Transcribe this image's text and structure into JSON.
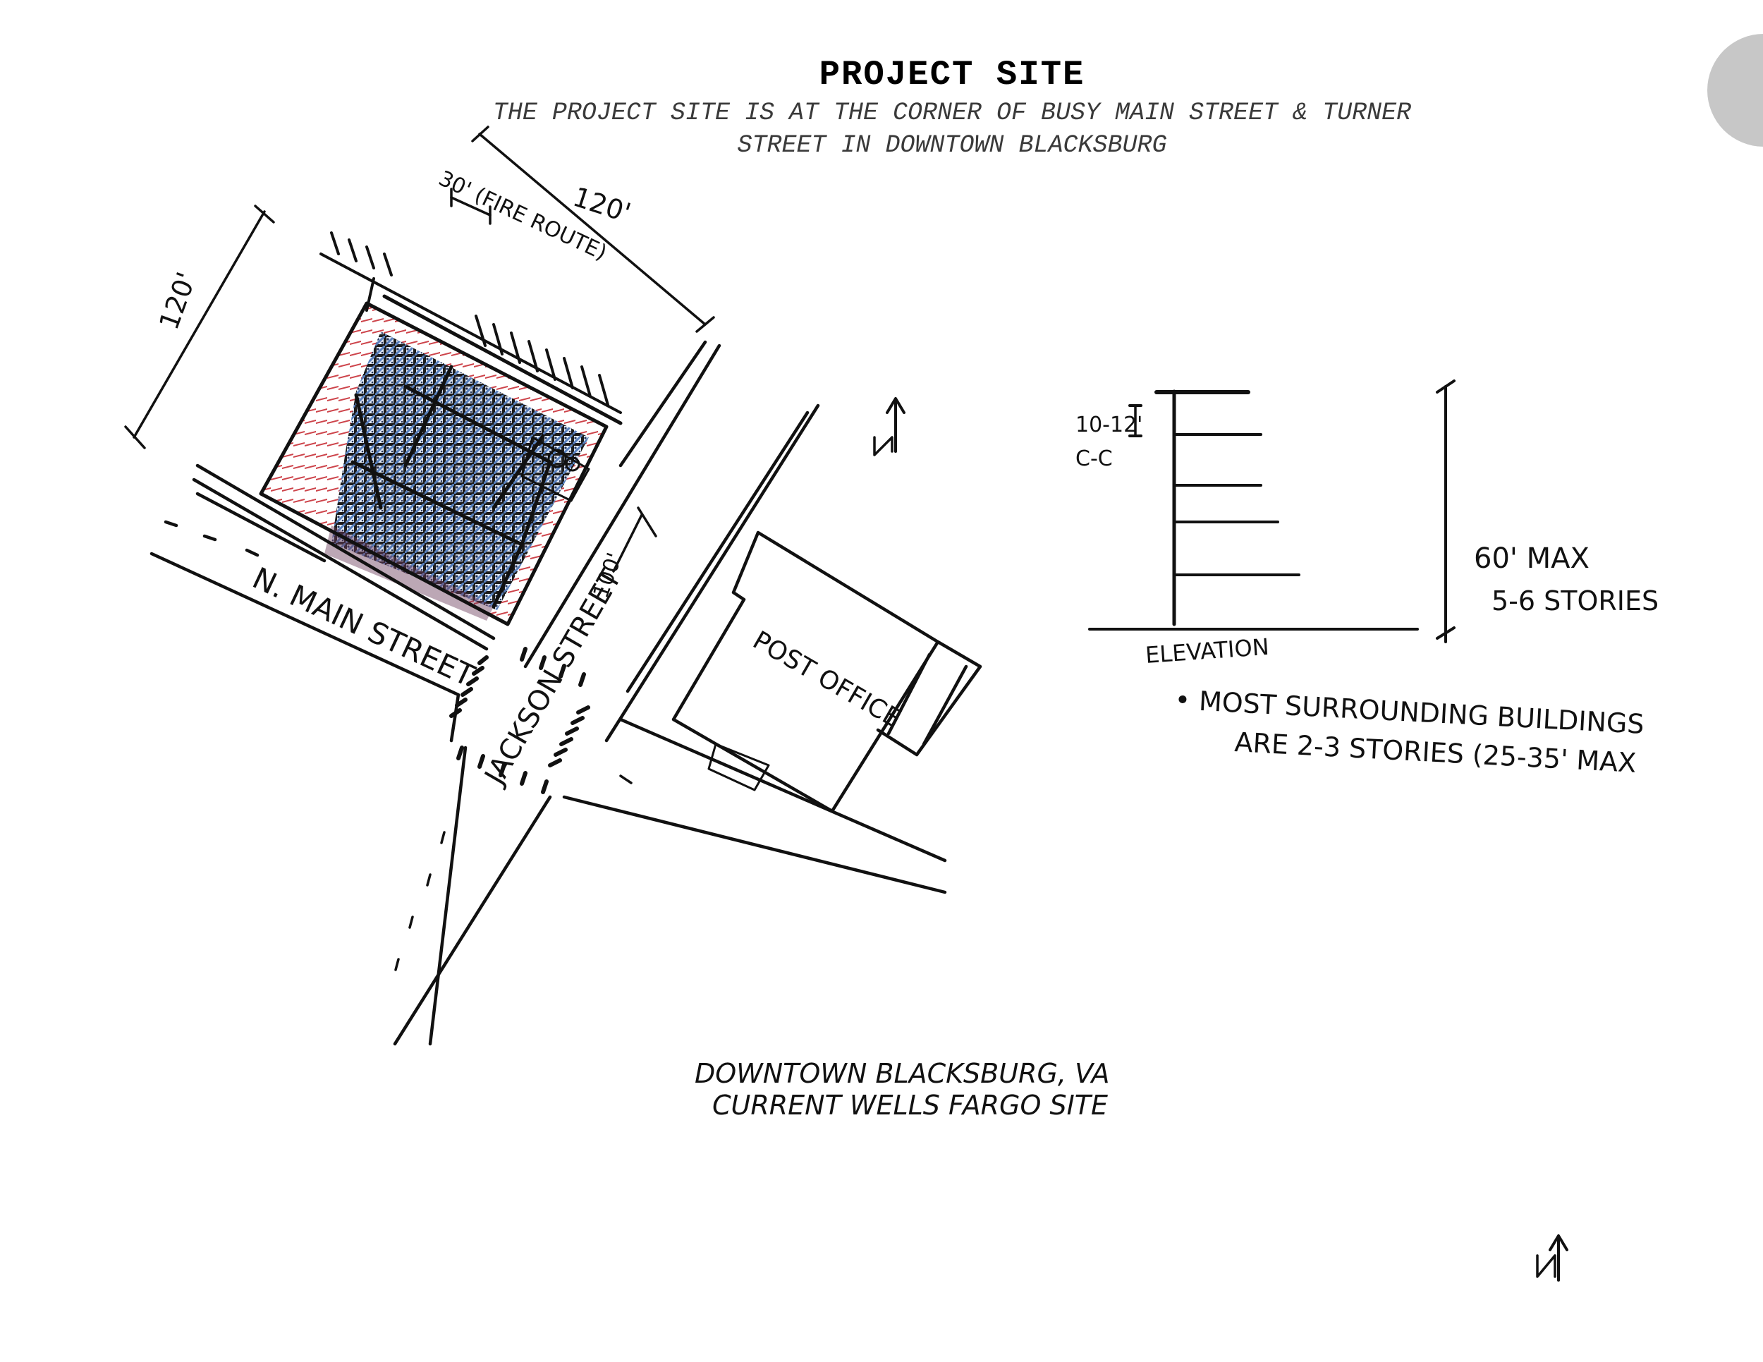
{
  "title": "PROJECT SITE",
  "subtitle_line1": "THE PROJECT SITE IS AT THE CORNER OF BUSY MAIN STREET & TURNER",
  "subtitle_line2": "STREET IN DOWNTOWN BLACKSBURG",
  "site_plan": {
    "dim_width": "120'",
    "dim_length": "120'",
    "fire_route": "30' (FIRE ROUTE)",
    "main_street": "N. MAIN STREET",
    "jackson_street": "JACKSON STREET",
    "jackson_width": "100'",
    "post_office": "POST OFFICE",
    "caption_line1": "DOWNTOWN BLACKSBURG, VA",
    "caption_line2": "CURRENT WELLS FARGO SITE",
    "north": "N"
  },
  "elevation": {
    "floor_height": "10-12'",
    "floor_height_note": "C-C",
    "max_height": "60' MAX",
    "stories": "5-6 STORIES",
    "label": "ELEVATION",
    "note_line1": "• MOST SURROUNDING BUILDINGS",
    "note_line2": "ARE 2-3 STORIES (25-35' MAX"
  },
  "footer": {
    "north": "N"
  },
  "colors": {
    "ink": "#111111",
    "site_blue": "#4f79b8",
    "site_red": "#c4232b",
    "tab_gray": "#c7c7c7"
  }
}
